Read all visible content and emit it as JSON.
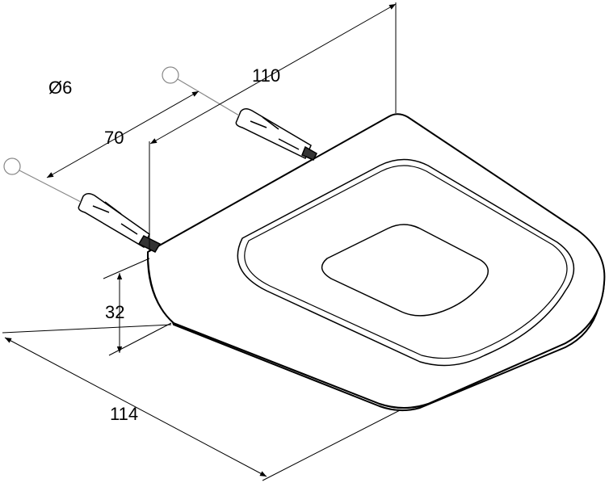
{
  "drawing": {
    "hole_diameter_label": "Ø6",
    "dimensions": {
      "width_total": "110",
      "bolt_spacing": "70",
      "height": "32",
      "depth": "114"
    }
  }
}
